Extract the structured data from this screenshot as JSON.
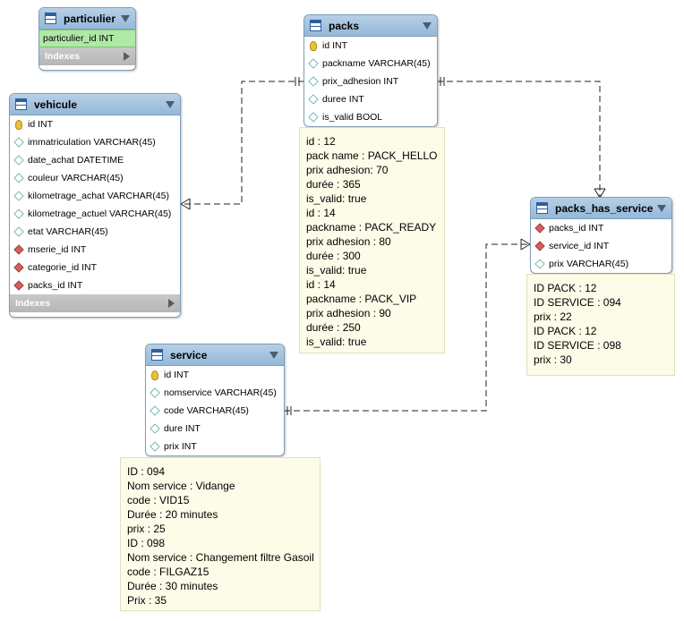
{
  "tables": {
    "particulier": {
      "name": "particulier",
      "columns": [
        {
          "label": "particulier_id INT",
          "kind": "col"
        }
      ],
      "indexes_label": "Indexes"
    },
    "packs": {
      "name": "packs",
      "columns": [
        {
          "label": "id INT",
          "kind": "pk"
        },
        {
          "label": "packname VARCHAR(45)",
          "kind": "col"
        },
        {
          "label": "prix_adhesion INT",
          "kind": "col"
        },
        {
          "label": "duree INT",
          "kind": "col"
        },
        {
          "label": "is_valid BOOL",
          "kind": "col"
        }
      ]
    },
    "vehicule": {
      "name": "vehicule",
      "columns": [
        {
          "label": "id INT",
          "kind": "pk"
        },
        {
          "label": "immatriculation VARCHAR(45)",
          "kind": "col"
        },
        {
          "label": "date_achat DATETIME",
          "kind": "col"
        },
        {
          "label": "couleur VARCHAR(45)",
          "kind": "col"
        },
        {
          "label": "kilometrage_achat VARCHAR(45)",
          "kind": "col"
        },
        {
          "label": "kilometrage_actuel VARCHAR(45)",
          "kind": "col"
        },
        {
          "label": "etat VARCHAR(45)",
          "kind": "col"
        },
        {
          "label": "mserie_id INT",
          "kind": "fk"
        },
        {
          "label": "categorie_id INT",
          "kind": "fk"
        },
        {
          "label": "packs_id INT",
          "kind": "fk"
        }
      ],
      "indexes_label": "Indexes"
    },
    "packs_has_service": {
      "name": "packs_has_service",
      "columns": [
        {
          "label": "packs_id INT",
          "kind": "fk"
        },
        {
          "label": "service_id INT",
          "kind": "fk"
        },
        {
          "label": "prix VARCHAR(45)",
          "kind": "col"
        }
      ]
    },
    "service": {
      "name": "service",
      "columns": [
        {
          "label": "id INT",
          "kind": "pk"
        },
        {
          "label": "nomservice VARCHAR(45)",
          "kind": "col"
        },
        {
          "label": "code VARCHAR(45)",
          "kind": "col"
        },
        {
          "label": "dure INT",
          "kind": "col"
        },
        {
          "label": "prix INT",
          "kind": "col"
        }
      ]
    }
  },
  "notes": {
    "packs_note": [
      "id : 12",
      "pack name : PACK_HELLO",
      "prix adhesion: 70",
      "durée : 365",
      "is_valid: true",
      "id : 14",
      "packname : PACK_READY",
      "prix adhesion : 80",
      "durée : 300",
      "is_valid: true",
      "id : 14",
      "packname : PACK_VIP",
      "prix adhesion : 90",
      "durée : 250",
      "is_valid: true"
    ],
    "phs_note": [
      "ID PACK : 12",
      "ID SERVICE : 094",
      "prix : 22",
      "ID PACK : 12",
      "ID SERVICE : 098",
      "prix : 30"
    ],
    "service_note": [
      "ID : 094",
      "Nom service : Vidange",
      "code : VID15",
      "Durée : 20 minutes",
      "prix : 25",
      "ID : 098",
      "Nom service : Changement filtre Gasoil",
      "code : FILGAZ15",
      "Durée : 30 minutes",
      "Prix : 35"
    ]
  },
  "colors": {
    "header": "#94b9d9",
    "note_bg": "#fdfce8",
    "pk_icon": "#e8c33a",
    "fk_icon": "#d06060",
    "particulier_row": "#aee9a6"
  }
}
